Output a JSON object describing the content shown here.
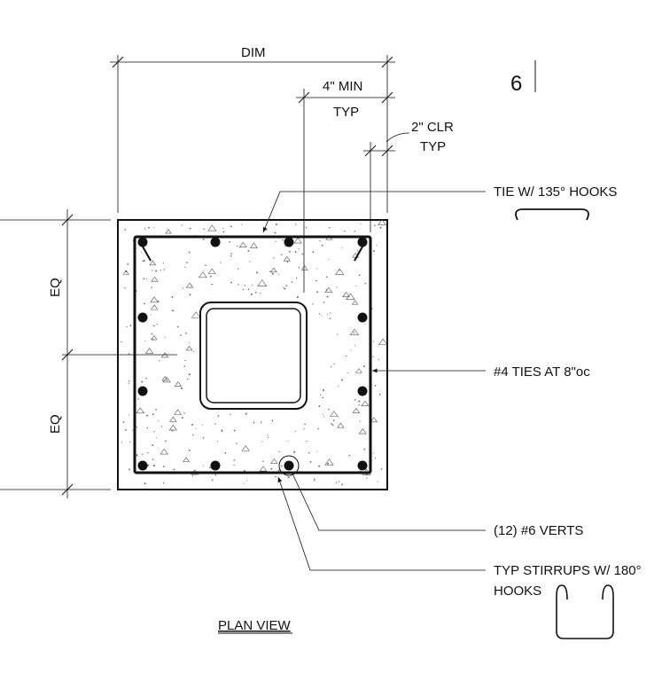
{
  "sheet": {
    "detail_number": "6"
  },
  "dimensions": {
    "overall": "DIM",
    "min_offset": "4\" MIN",
    "min_offset_typ": "TYP",
    "clear_cover": "2\" CLR",
    "clear_cover_typ": "TYP",
    "eq_top": "EQ",
    "eq_bottom": "EQ"
  },
  "callouts": {
    "tie_hooks": "TIE W/ 135° HOOKS",
    "ties_spacing": "#4 TIES AT 8\"oc",
    "verts": "(12) #6 VERTS",
    "stirrups_line1": "TYP STIRRUPS W/ 180°",
    "stirrups_line2": "HOOKS"
  },
  "title": "PLAN VIEW"
}
